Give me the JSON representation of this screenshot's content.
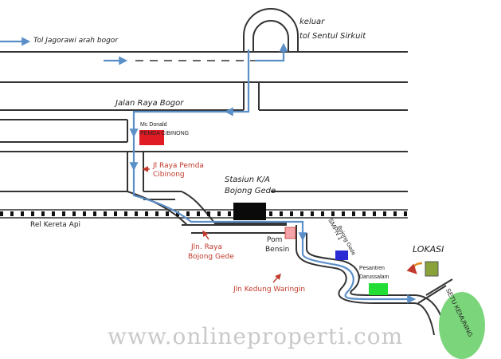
{
  "labels": {
    "tol_jagorawi": "Tol Jagorawi arah bogor",
    "keluar": "keluar",
    "tol_sentul": "tol Sentul Sirkuit",
    "jalan_raya_bogor": "Jalan Raya Bogor",
    "mcdonald": "Mc Donald",
    "pemda_cibinong": "PEMDA CIBINONG",
    "jl_raya_pemda_1": "Jl Raya Pemda",
    "jl_raya_pemda_2": "Cibinong",
    "stasiun_1": "Stasiun K/A",
    "stasiun_2": "Bojong Gede",
    "rel_kereta_api": "Rel Kereta Api",
    "pom_1": "Pom",
    "pom_2": "Bensin",
    "jln_raya_bg_1": "Jln. Raya",
    "jln_raya_bg_2": "Bojong Gede",
    "smpn_1": "SMPN 1",
    "smpn_2": "Bojong Gede",
    "pesantren_1": "Pesantren",
    "pesantren_2": "Darussalam",
    "lokasi": "LOKASI",
    "jln_kedung_waringin": "Jln Kedung Waringin",
    "setu_kemuning": "SETU KEMUNING",
    "watermark": "www.onlineproperti.com"
  },
  "colors": {
    "road": "#333333",
    "route": "#5b8fc7",
    "red_label": "#c0392b",
    "mcdonald_box": "#e01b24",
    "station_box": "#0a0a0a",
    "pom_box": "#f4a3a8",
    "smpn_box": "#2b2bd6",
    "pesantren_box": "#22dd33",
    "lokasi_box": "#8aa23a",
    "lake": "#7bd67b",
    "arrow_orange": "#e08a1e"
  },
  "icons": {
    "route_arrow": "arrow-icon",
    "pointer_arrow": "red-arrow-icon",
    "lokasi_arrow": "curved-arrow-icon"
  }
}
